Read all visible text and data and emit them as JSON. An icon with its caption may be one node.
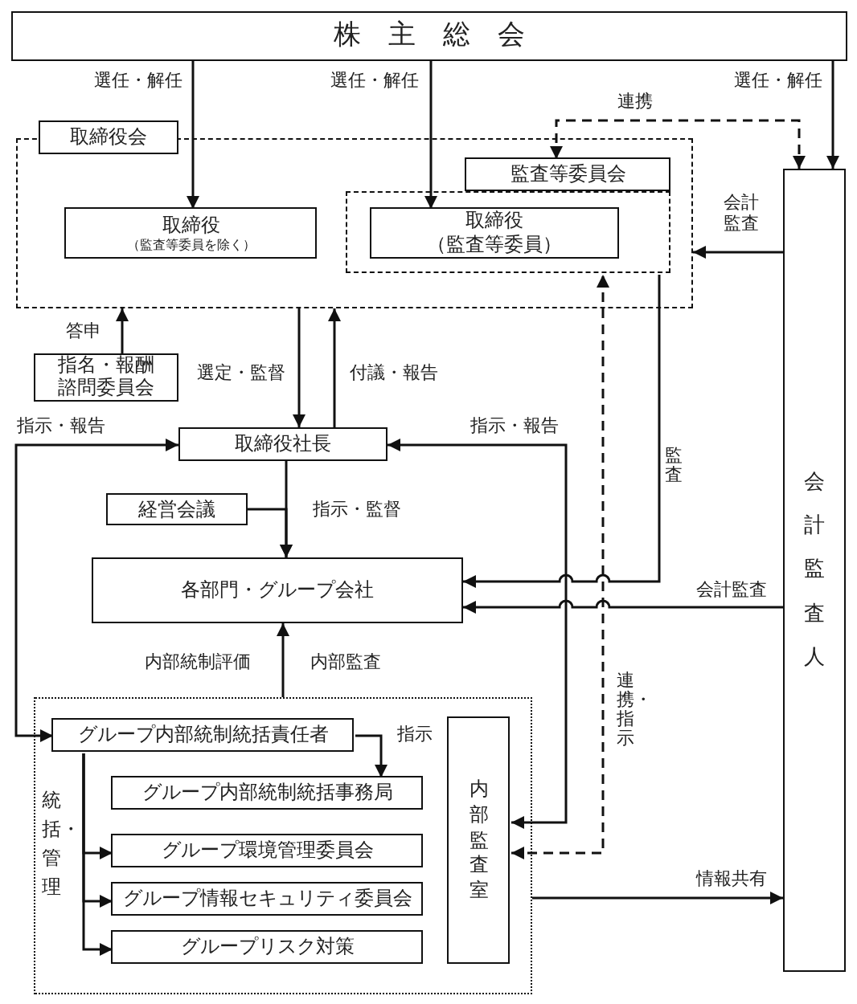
{
  "diagram": {
    "nodes": [
      {
        "text": [
          "株主総会"
        ]
      },
      {
        "text": [],
        "shape": "box"
      },
      {
        "text": [
          "取締役会"
        ]
      },
      {
        "text": [
          "取締役",
          "（監査等委員を除く）"
        ],
        "in": 1
      },
      {
        "text": [],
        "shape": "box",
        "in": 1
      },
      {
        "text": [
          "監査等委員会"
        ],
        "in": 1
      },
      {
        "text": [
          "取締役",
          "（監査等委員）"
        ],
        "in": 4
      },
      {
        "text": [
          "指名・報酬諮問委員会"
        ]
      },
      {
        "text": [
          "取締役社長"
        ]
      },
      {
        "text": [
          "経営会議"
        ]
      },
      {
        "text": [
          "各部門・グループ会社"
        ]
      },
      {
        "text": [],
        "shape": "box"
      },
      {
        "text": [
          "グループ内部統制統括責任者"
        ],
        "in": 11
      },
      {
        "text": [
          "グループ内部統制統括事務局"
        ],
        "in": 11
      },
      {
        "text": [
          "グループ環境管理委員会"
        ],
        "in": 11
      },
      {
        "text": [
          "グループ情報セキュリティ委員会"
        ],
        "in": 11
      },
      {
        "text": [
          "グループリスク対策"
        ],
        "in": 11
      },
      {
        "text": [
          "内部監査室"
        ],
        "in": 11
      },
      {
        "text": [
          "会計監査人"
        ]
      }
    ],
    "edges": [
      {
        "from": 0,
        "to": 3,
        "arrow": "to",
        "label": "選任・解任"
      },
      {
        "from": 0,
        "to": 6,
        "arrow": "to",
        "label": "選任・解任"
      },
      {
        "from": 0,
        "to": 18,
        "arrow": "to",
        "label": "選任・解任"
      },
      {
        "from": 5,
        "to": 18,
        "arrow": "both",
        "label": "連携",
        "style": "dashed"
      },
      {
        "from": 18,
        "to": 1,
        "arrow": "to",
        "label": "会計監査"
      },
      {
        "from": 7,
        "to": 1,
        "arrow": "to",
        "label": "答申"
      },
      {
        "from": 1,
        "to": 8,
        "arrow": "to",
        "label": "選定・監督"
      },
      {
        "from": 8,
        "to": 1,
        "arrow": "to",
        "label": "付議・報告"
      },
      {
        "from": 8,
        "to": 12,
        "arrow": "both",
        "label": "指示・報告"
      },
      {
        "from": 17,
        "to": 8,
        "arrow": "both",
        "label": "指示・報告"
      },
      {
        "from": 8,
        "to": 10,
        "arrow": "to",
        "label": "指示・監督"
      },
      {
        "from": 9,
        "to": 10,
        "arrow": "to"
      },
      {
        "from": 4,
        "to": 10,
        "arrow": "to",
        "label": "監査"
      },
      {
        "from": 18,
        "to": 10,
        "arrow": "to",
        "label": "会計監査"
      },
      {
        "from": 11,
        "to": 10,
        "arrow": "to",
        "label": "内部監査"
      },
      {
        "from": 17,
        "to": 4,
        "arrow": "both",
        "label": "連携・指示",
        "style": "dashed"
      },
      {
        "from": 12,
        "to": 13,
        "arrow": "to",
        "label": "指示"
      },
      {
        "from": 12,
        "to": 14,
        "arrow": "to"
      },
      {
        "from": 12,
        "to": 15,
        "arrow": "to"
      },
      {
        "from": 12,
        "to": 16,
        "arrow": "to"
      },
      {
        "from": 11,
        "to": 18,
        "arrow": "to",
        "label": "情報共有"
      }
    ],
    "labels": [
      "内部統制評価",
      "統括・管理"
    ]
  }
}
